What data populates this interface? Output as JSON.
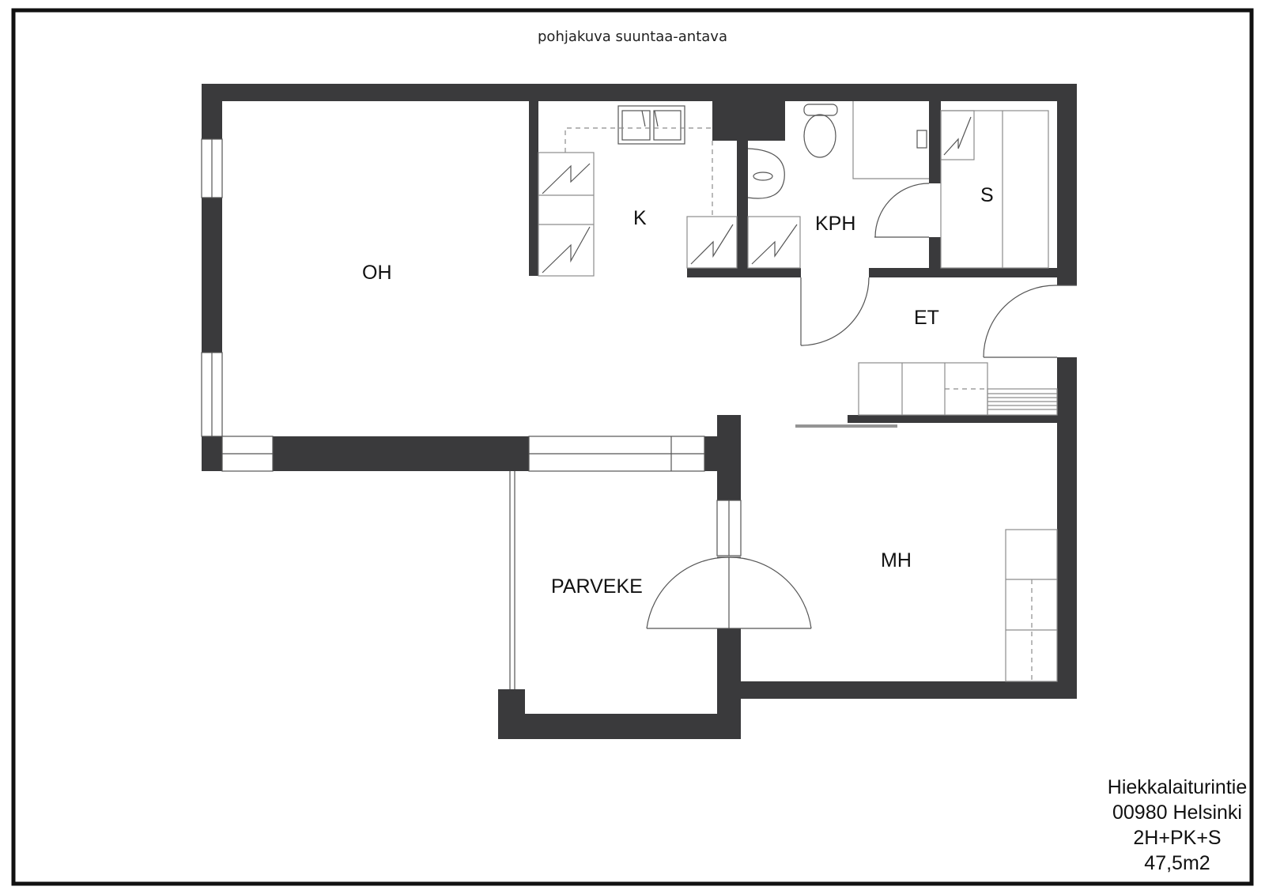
{
  "subtitle": "pohjakuva suuntaa-antava",
  "rooms": {
    "oh": "OH",
    "k": "K",
    "kph": "KPH",
    "s": "S",
    "et": "ET",
    "mh": "MH",
    "parveke": "PARVEKE"
  },
  "info": {
    "street": "Hiekkalaiturintie",
    "city": "00980  Helsinki",
    "type": "2H+PK+S",
    "area": "47,5m2"
  },
  "colors": {
    "wall": "#3a3a3c",
    "frame": "#111111",
    "fixture_line": "#8c8c8c"
  }
}
